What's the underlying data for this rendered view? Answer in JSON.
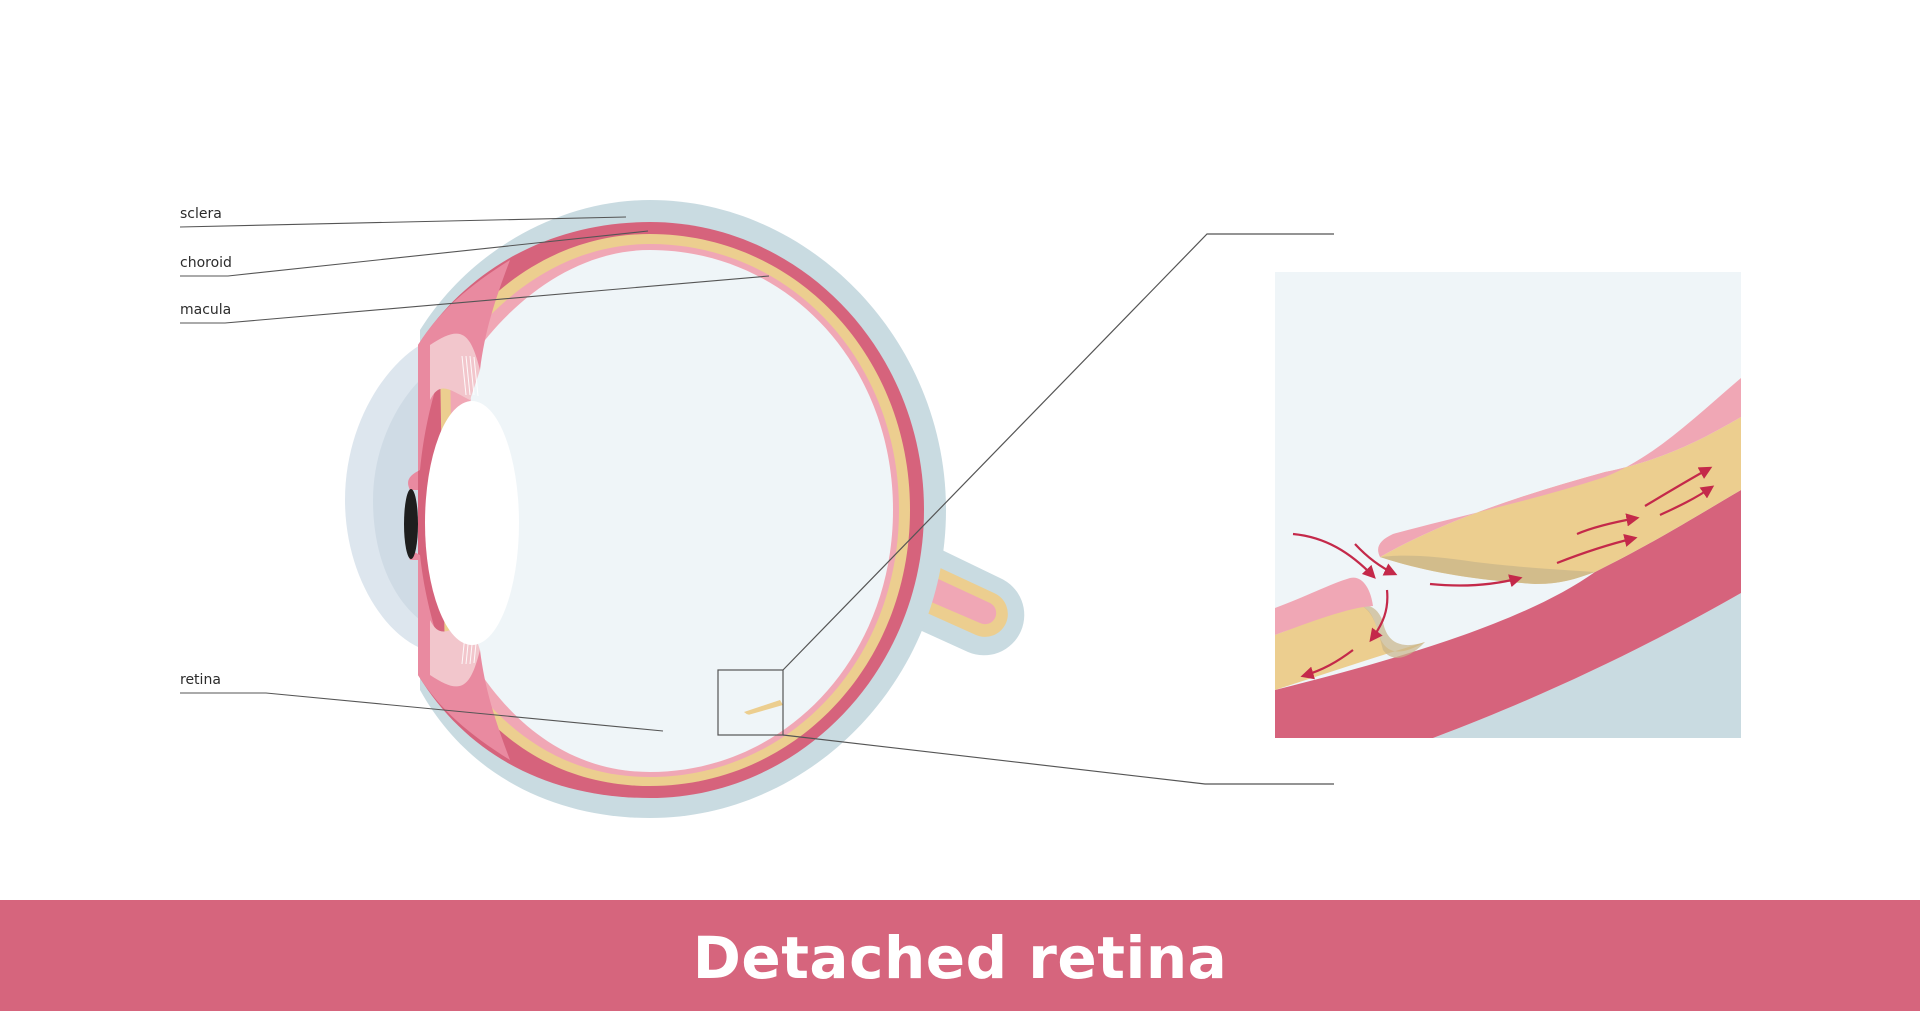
{
  "title": "Detached retina",
  "labels": {
    "sclera": "sclera",
    "choroid": "choroid",
    "macula": "macula",
    "retina": "retina"
  },
  "inset": {
    "description": "Magnified view of retinal tear with fluid flowing under the detached retina",
    "arrow_count": 9
  },
  "colors": {
    "banner": "#d6657d",
    "sclera": "#c9dbe1",
    "choroid": "#d6637c",
    "retina_outer": "#ecce8f",
    "retina_inner": "#f0a7b5",
    "vitreous": "#eff5f8",
    "ciliary": "#e98aa0",
    "cornea": "#dde6ee",
    "aqueous": "#cfdbe5",
    "lens": "#ffffff",
    "pupil": "#1e1e1e",
    "arrow": "#c4294a",
    "pointer_line": "#555555"
  }
}
